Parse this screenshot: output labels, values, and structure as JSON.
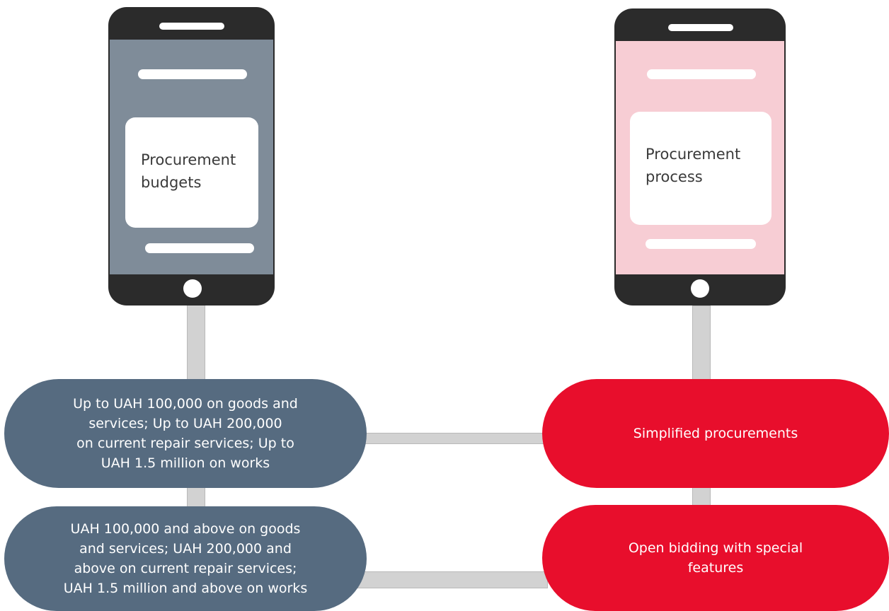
{
  "left_column": {
    "header": "Procurement budgets",
    "header_lines": [
      "Procurement",
      "budgets"
    ],
    "items": [
      {
        "lines": [
          "Up to UAH 100,000 on goods and",
          "services;   Up to UAH 200,000",
          "on current repair services; Up to",
          "UAH 1.5 million on works"
        ]
      },
      {
        "lines": [
          " UAH 100,000 and above on goods",
          "and services;  UAH 200,000 and",
          "above on current repair services;",
          "UAH 1.5 million and above on works"
        ]
      }
    ]
  },
  "right_column": {
    "header": "Procurement process",
    "header_lines": [
      "Procurement",
      "process"
    ],
    "items": [
      {
        "lines": [
          "Simplified procurements"
        ]
      },
      {
        "lines": [
          "Open bidding with special",
          "features"
        ]
      }
    ]
  },
  "colors": {
    "left_phone": "#7f8c99",
    "right_phone": "#f7cdd4",
    "left_pill": "#566b80",
    "right_pill": "#e80e2c",
    "connector": "#d2d2d2"
  },
  "icons": [
    "smartphone-icon"
  ]
}
